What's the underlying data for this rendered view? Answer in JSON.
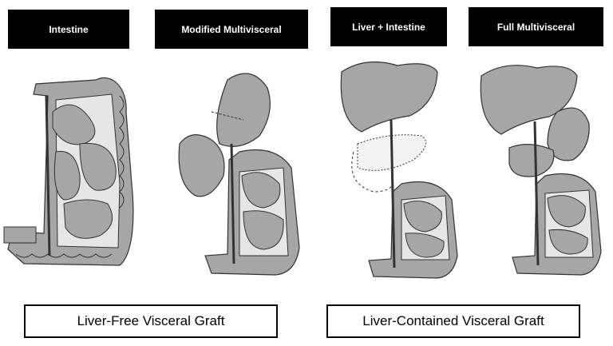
{
  "graft_types": [
    {
      "label": "Intestine"
    },
    {
      "label": "Modified Multivisceral"
    },
    {
      "label": "Liver + Intestine"
    },
    {
      "label": "Full Multivisceral"
    }
  ],
  "graft_groups": [
    {
      "label": "Liver-Free Visceral Graft"
    },
    {
      "label": "Liver-Contained Visceral Graft"
    }
  ],
  "colors": {
    "organ_fill": "#a6a6a6",
    "organ_light": "#e6e6e6",
    "outline": "#333333",
    "label_bg": "#000000",
    "label_text": "#ffffff"
  },
  "icons": [
    "intestine-illustration",
    "modified-multivisceral-illustration",
    "liver-intestine-illustration",
    "full-multivisceral-illustration"
  ]
}
